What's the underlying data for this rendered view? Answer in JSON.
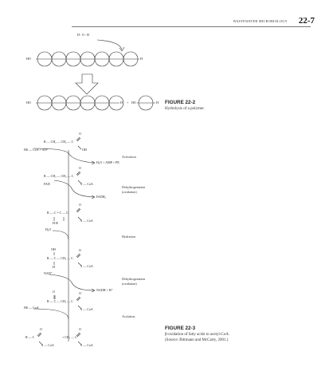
{
  "header": {
    "section_title": "WASTEWATER MICROBIOLOGY",
    "page_number": "22-7"
  },
  "figure_22_2": {
    "label": "FIGURE 22-2",
    "caption": "Hydrolysis of a polymer.",
    "water_label": "H : O : H",
    "left_end": "HO",
    "right_end": "H",
    "product_left": "HO",
    "product_right": "H",
    "plus": "+",
    "monomer_left": "HO",
    "monomer_right": "H"
  },
  "figure_22_3": {
    "label": "FIGURE 22-3",
    "caption_line1": "β-oxidation of fatty acids to acetyl-CoA.",
    "caption_line2": "(Source: Rittmann and McCarty, 2001.)",
    "reagents": {
      "hs_coa_atp": "HS — CoA + ATP",
      "h2o_amp_ppi": "H₂O + AMP + PPᵢ",
      "fad": "FAD",
      "fadh2": "FADH₂",
      "h2o": "H₂O",
      "nad": "NAD⁺",
      "nadh": "NADH + H⁺",
      "hs_coa": "HS — CoA"
    },
    "steps": {
      "activation": "Activation",
      "dehydrogenation_1": "Dehydrogenation",
      "dehydrogenation_1_sub": "(oxidation)",
      "hydration": "Hydration",
      "dehydrogenation_2": "Dehydrogenation",
      "dehydrogenation_2_sub": "(oxidation)",
      "acylation": "Acylation"
    },
    "structures": {
      "fatty_acid": "R — CH₂ — CH₂ — C",
      "fatty_acid_oh": "OH",
      "acyl_coa": "R — CH₂ — CH₂ — C",
      "acyl_coa_s": "S — CoA",
      "enoyl": "R — C = C — C",
      "enoyl_h": "H    H",
      "enoyl_s": "S — CoA",
      "hydroxy": "R — C — CH₂ — C",
      "hydroxy_oh": "OH",
      "hydroxy_h": "H",
      "hydroxy_s": "S — CoA",
      "keto": "R — C — CH₂ — C",
      "keto_s": "S — CoA",
      "product_r": "R — C",
      "product_r_s": "S — CoA",
      "product_plus": "+ CH₃ — C",
      "product_acetyl_s": "S — CoA",
      "oxygen": "O"
    }
  }
}
